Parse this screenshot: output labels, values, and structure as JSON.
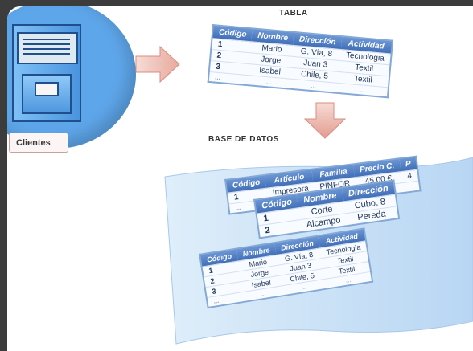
{
  "top_label": "TABLA",
  "db_label": "BASE DE DATOS",
  "cabinet_label": "Clientes",
  "tabla": {
    "headers": [
      "Código",
      "Nombre",
      "Dirección",
      "Actividad"
    ],
    "rows": [
      [
        "1",
        "Mario",
        "G. Vía, 8",
        "Tecnologia"
      ],
      [
        "2",
        "Jorge",
        "Juan 3",
        "Textil"
      ],
      [
        "3",
        "Isabel",
        "Chile, 5",
        "Textil"
      ],
      [
        "...",
        "...",
        "...",
        "..."
      ]
    ]
  },
  "db_articulos": {
    "headers": [
      "Código",
      "Artículo",
      "Familia",
      "Precio C.",
      "P"
    ],
    "rows": [
      [
        "1",
        "Impresora",
        "PINFOR",
        "45,00 €",
        "4"
      ],
      [
        "...",
        "",
        "",
        "",
        ""
      ]
    ]
  },
  "db_proveedores": {
    "headers": [
      "Código",
      "Nombre",
      "Dirección"
    ],
    "rows": [
      [
        "1",
        "Corte",
        "Cubo, 8"
      ],
      [
        "2",
        "Alcampo",
        "Pereda"
      ]
    ]
  },
  "db_clientes": {
    "headers": [
      "Código",
      "Nombre",
      "Dirección",
      "Actividad"
    ],
    "rows": [
      [
        "1",
        "Mario",
        "G. Vía, 8",
        "Tecnologia"
      ],
      [
        "2",
        "Jorge",
        "Juan 3",
        "Textil"
      ],
      [
        "3",
        "Isabel",
        "Chile, 5",
        "Textil"
      ],
      [
        "...",
        "...",
        "...",
        "..."
      ]
    ]
  }
}
